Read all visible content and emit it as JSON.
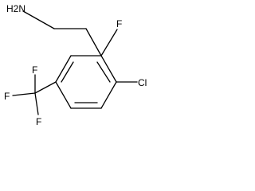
{
  "molecule": {
    "atoms": {
      "amine": "H2N",
      "fluoro": "F",
      "chloro": "Cl",
      "cf3_f_top": "F",
      "cf3_f_left": "F",
      "cf3_f_bottom": "F"
    }
  },
  "colors": {
    "bond": "#000000",
    "label": "#000000",
    "background": "#ffffff"
  }
}
